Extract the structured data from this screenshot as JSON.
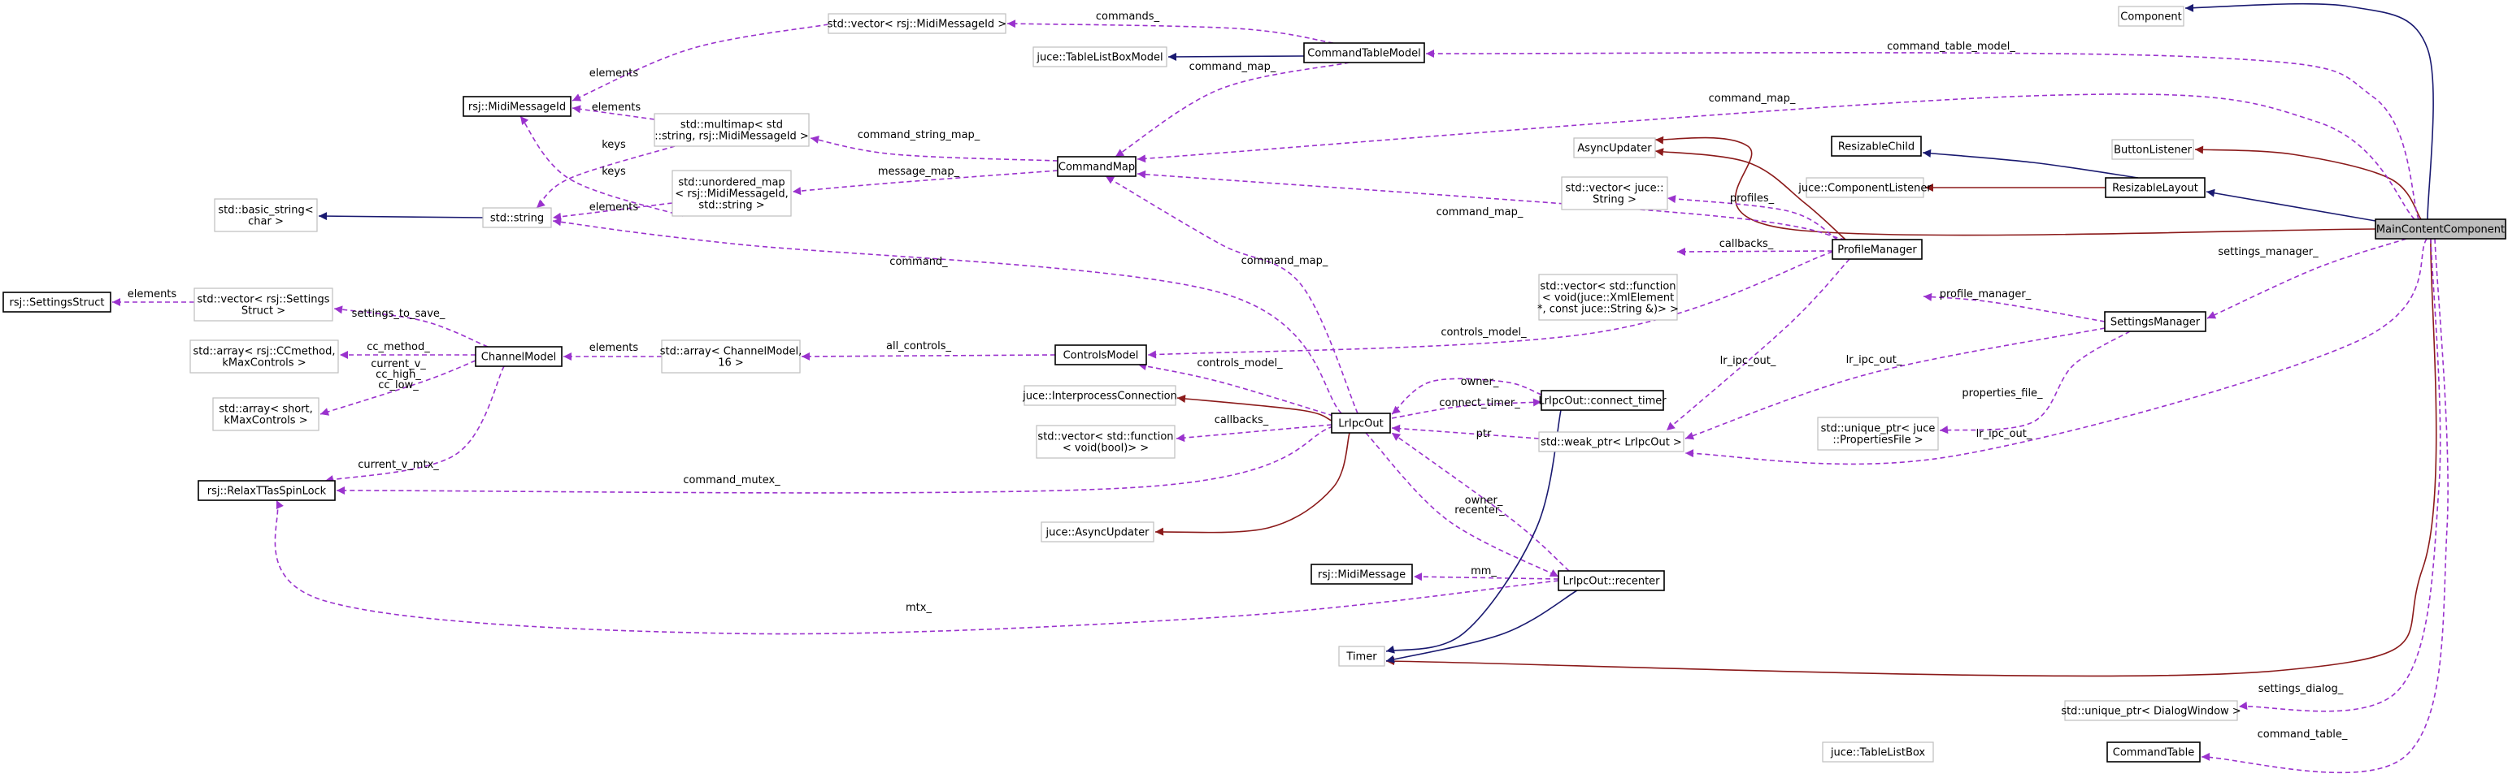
{
  "diagram": {
    "colors": {
      "usage": "#9a32cd",
      "inherit": "#191970",
      "private_inherit": "#8b1a1a",
      "focus_fill": "#bfbfbf"
    },
    "nodes": [
      {
        "id": "component",
        "lines": [
          "Component"
        ]
      },
      {
        "id": "button_listener",
        "lines": [
          "ButtonListener"
        ]
      },
      {
        "id": "resizable_child",
        "lines": [
          "ResizableChild"
        ]
      },
      {
        "id": "component_listener",
        "lines": [
          "juce::ComponentListener"
        ]
      },
      {
        "id": "resizable_layout",
        "lines": [
          "ResizableLayout"
        ]
      },
      {
        "id": "main_content_component",
        "lines": [
          "MainContentComponent"
        ]
      },
      {
        "id": "settings_manager",
        "lines": [
          "SettingsManager"
        ]
      },
      {
        "id": "async_updater_top",
        "lines": [
          "AsyncUpdater"
        ]
      },
      {
        "id": "juce_string",
        "lines": [
          "std::vector< juce::",
          "String >"
        ]
      },
      {
        "id": "profile_manager",
        "lines": [
          "ProfileManager"
        ]
      },
      {
        "id": "vector_function_xml",
        "lines": [
          "std::vector< std::function",
          "< void(juce::XmlElement",
          "*, const juce::String &)> >"
        ]
      },
      {
        "id": "unique_ptr_properties",
        "lines": [
          "std::unique_ptr< juce",
          "::PropertiesFile >"
        ]
      },
      {
        "id": "weak_ptr_lrpcout",
        "lines": [
          "std::weak_ptr< LrIpcOut >"
        ]
      },
      {
        "id": "connect_timer",
        "lines": [
          "LrIpcOut::connect_timer"
        ]
      },
      {
        "id": "recenter",
        "lines": [
          "LrIpcOut::recenter"
        ]
      },
      {
        "id": "midi_message",
        "lines": [
          "rsj::MidiMessage"
        ]
      },
      {
        "id": "timer",
        "lines": [
          "Timer"
        ]
      },
      {
        "id": "unique_ptr_dialog",
        "lines": [
          "std::unique_ptr< DialogWindow >"
        ]
      },
      {
        "id": "table_list_box",
        "lines": [
          "juce::TableListBox"
        ]
      },
      {
        "id": "command_table",
        "lines": [
          "CommandTable"
        ]
      },
      {
        "id": "vector_midi_message_id",
        "lines": [
          "std::vector< rsj::MidiMessageId >"
        ]
      },
      {
        "id": "command_table_model",
        "lines": [
          "CommandTableModel"
        ]
      },
      {
        "id": "table_list_box_model",
        "lines": [
          "juce::TableListBoxModel"
        ]
      },
      {
        "id": "midi_message_id",
        "lines": [
          "rsj::MidiMessageId"
        ]
      },
      {
        "id": "multimap",
        "lines": [
          "std::multimap< std",
          "::string, rsj::MidiMessageId >"
        ]
      },
      {
        "id": "command_map",
        "lines": [
          "CommandMap"
        ]
      },
      {
        "id": "unordered_map",
        "lines": [
          "std::unordered_map",
          "< rsj::MidiMessageId,",
          "std::string >"
        ]
      },
      {
        "id": "basic_string",
        "lines": [
          "std::basic_string<",
          "char >"
        ]
      },
      {
        "id": "std_string",
        "lines": [
          "std::string"
        ]
      },
      {
        "id": "settings_struct",
        "lines": [
          "rsj::SettingsStruct"
        ]
      },
      {
        "id": "vector_settings_struct",
        "lines": [
          "std::vector< rsj::Settings",
          "Struct >"
        ]
      },
      {
        "id": "array_ccmethod",
        "lines": [
          "std::array< rsj::CCmethod,",
          "kMaxControls >"
        ]
      },
      {
        "id": "channel_model",
        "lines": [
          "ChannelModel"
        ]
      },
      {
        "id": "array_channel_model",
        "lines": [
          "std::array< ChannelModel,",
          "16 >"
        ]
      },
      {
        "id": "controls_model",
        "lines": [
          "ControlsModel"
        ]
      },
      {
        "id": "array_short",
        "lines": [
          "std::array< short,",
          "kMaxControls >"
        ]
      },
      {
        "id": "interprocess_connection",
        "lines": [
          "juce::InterprocessConnection"
        ]
      },
      {
        "id": "lrpcout",
        "lines": [
          "LrIpcOut"
        ]
      },
      {
        "id": "vector_function_bool",
        "lines": [
          "std::vector< std::function",
          "< void(bool)> >"
        ]
      },
      {
        "id": "relax_spinlock",
        "lines": [
          "rsj::RelaxTTasSpinLock"
        ]
      },
      {
        "id": "async_updater_bottom",
        "lines": [
          "juce::AsyncUpdater"
        ]
      }
    ],
    "edges": [
      {
        "id": "e_component",
        "label": ""
      },
      {
        "id": "e_button_listener",
        "label": ""
      },
      {
        "id": "e_resizable_layout",
        "label": ""
      },
      {
        "id": "e_resizable_child",
        "label": ""
      },
      {
        "id": "e_component_listener",
        "label": ""
      },
      {
        "id": "e_async_updater_top",
        "label": ""
      },
      {
        "id": "e_timer_main",
        "label": ""
      },
      {
        "id": "e_command_table_model",
        "label": "command_table_model_"
      },
      {
        "id": "e_command_map_main",
        "label": "command_map_"
      },
      {
        "id": "e_settings_manager",
        "label": "settings_manager_"
      },
      {
        "id": "e_lr_ipc_out_main",
        "label": "lr_ipc_out_"
      },
      {
        "id": "e_settings_dialog",
        "label": "settings_dialog_"
      },
      {
        "id": "e_command_table",
        "label": "command_table_"
      },
      {
        "id": "e_profile_manager_sm",
        "label": "profile_manager_"
      },
      {
        "id": "e_properties_file",
        "label": "properties_file_"
      },
      {
        "id": "e_lr_ipc_out_sm",
        "label": "lr_ipc_out_"
      },
      {
        "id": "e_profiles",
        "label": "profiles_"
      },
      {
        "id": "e_callbacks_pm",
        "label": "callbacks_"
      },
      {
        "id": "e_lr_ipc_out_pm",
        "label": "lr_ipc_out_"
      },
      {
        "id": "e_controls_model_pm",
        "label": "controls_model_"
      },
      {
        "id": "e_command_map_pm",
        "label": "command_map_"
      },
      {
        "id": "e_async_pm",
        "label": ""
      },
      {
        "id": "e_commands",
        "label": "commands_"
      },
      {
        "id": "e_command_map_ctm",
        "label": "command_map_"
      },
      {
        "id": "e_table_list_box_model",
        "label": ""
      },
      {
        "id": "e_elements_vec",
        "label": "elements"
      },
      {
        "id": "e_elements_mm",
        "label": "elements"
      },
      {
        "id": "e_keys_mm",
        "label": "keys"
      },
      {
        "id": "e_command_string_map",
        "label": "command_string_map_"
      },
      {
        "id": "e_message_map",
        "label": "message_map_"
      },
      {
        "id": "e_elements_um",
        "label": "elements"
      },
      {
        "id": "e_keys_um",
        "label": "keys"
      },
      {
        "id": "e_basic_string",
        "label": ""
      },
      {
        "id": "e_command_lr",
        "label": "command_"
      },
      {
        "id": "e_command_map_lr",
        "label": "command_map_"
      },
      {
        "id": "e_controls_model_lr",
        "label": "controls_model_"
      },
      {
        "id": "e_all_controls",
        "label": "all_controls_"
      },
      {
        "id": "e_elements_acm",
        "label": "elements"
      },
      {
        "id": "e_settings_to_save",
        "label": "settings_to_save_"
      },
      {
        "id": "e_elements_vss",
        "label": "elements"
      },
      {
        "id": "e_cc_method",
        "label": "cc_method_"
      },
      {
        "id": "e_current_v",
        "label": "current_v_\ncc_high_\ncc_low_"
      },
      {
        "id": "e_current_v_mtx",
        "label": "current_v_mtx_"
      },
      {
        "id": "e_command_mutex",
        "label": "command_mutex_"
      },
      {
        "id": "e_mtx",
        "label": "mtx_"
      },
      {
        "id": "e_interprocess",
        "label": ""
      },
      {
        "id": "e_callbacks_lr",
        "label": "callbacks_"
      },
      {
        "id": "e_async_lr",
        "label": ""
      },
      {
        "id": "e_owner_ct",
        "label": "owner_"
      },
      {
        "id": "e_connect_timer",
        "label": "connect_timer_"
      },
      {
        "id": "e_ptr",
        "label": "ptr"
      },
      {
        "id": "e_owner_rc",
        "label": "owner_"
      },
      {
        "id": "e_recenter",
        "label": "recenter_"
      },
      {
        "id": "e_mm",
        "label": "mm_"
      },
      {
        "id": "e_timer_ct",
        "label": ""
      },
      {
        "id": "e_timer_rc",
        "label": ""
      }
    ]
  }
}
